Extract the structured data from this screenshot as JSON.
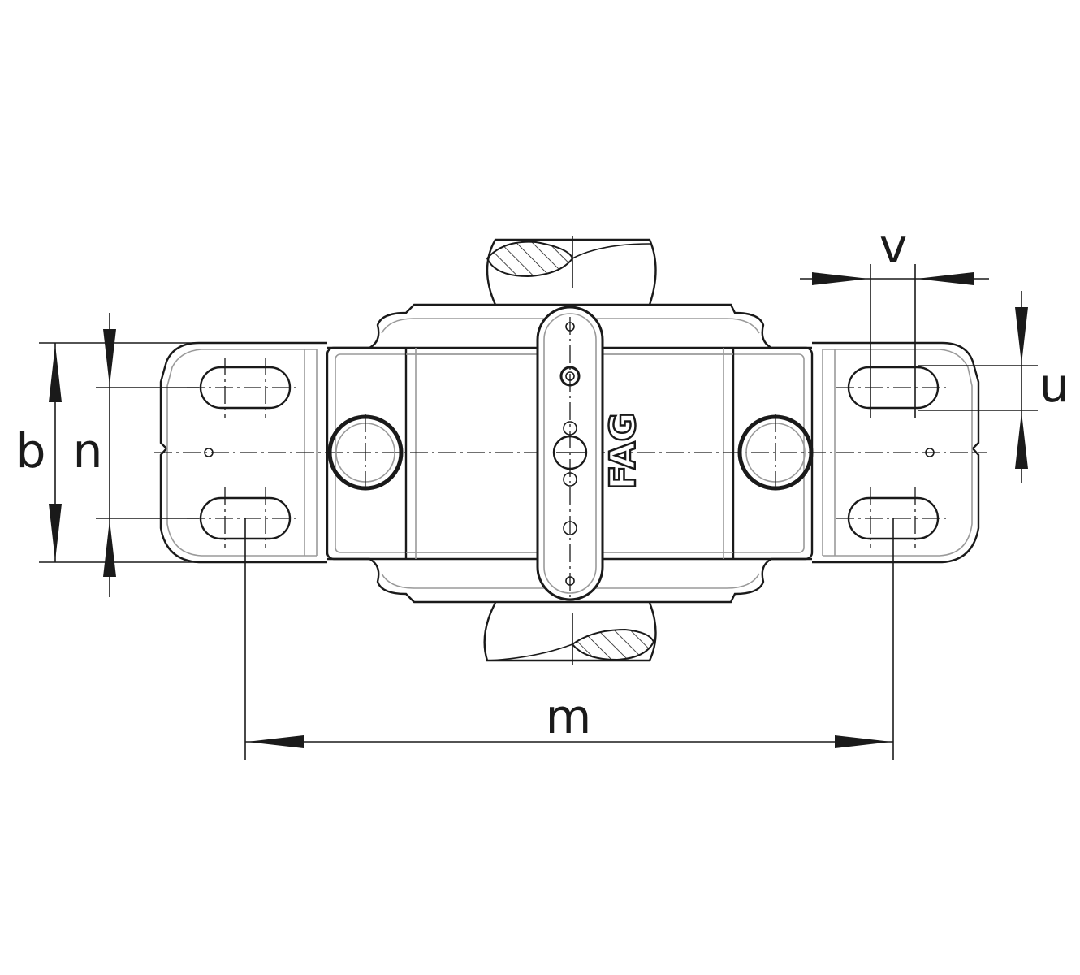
{
  "drawing": {
    "logo": "FAG",
    "colors": {
      "line": "#1a1a1a",
      "hidden": "#9a9a9a"
    }
  },
  "dimensions": {
    "b": "b",
    "n": "n",
    "v": "v",
    "u": "u",
    "m": "m"
  }
}
